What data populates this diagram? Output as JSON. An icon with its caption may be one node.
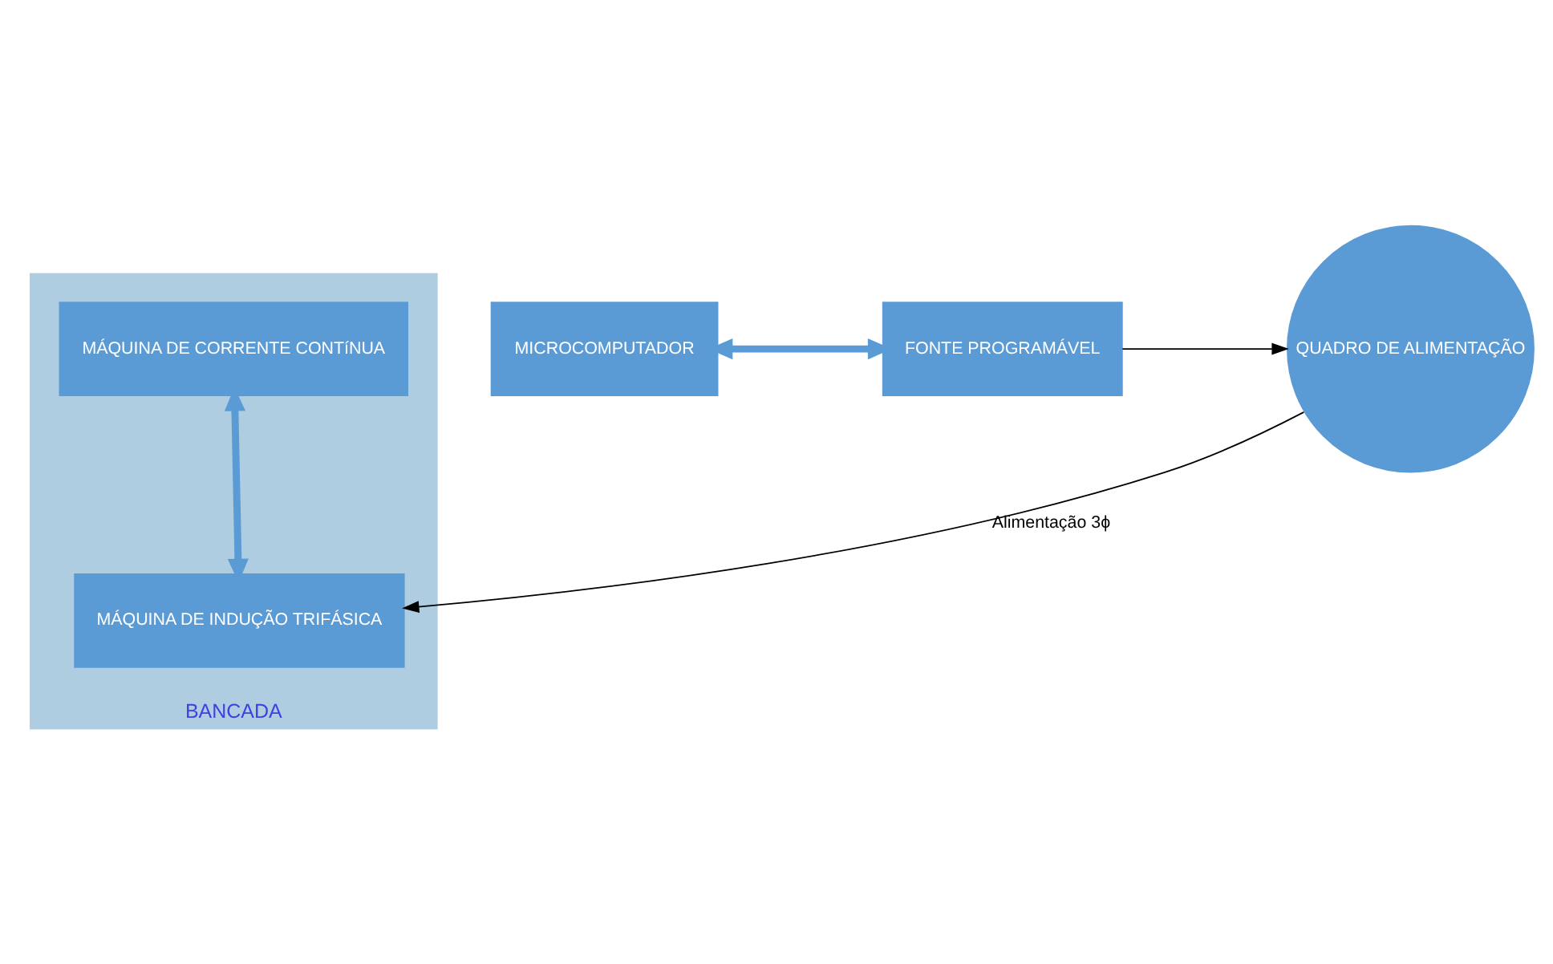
{
  "diagram": {
    "nodes": [
      {
        "text": [
          "QUADRO DE ALIMENTAÇÃO"
        ]
      },
      {
        "text": [
          "BANCADA"
        ]
      },
      {
        "text": [
          "MÁQUINA DE CORRENTE CONTíNUA"
        ],
        "in": 1
      },
      {
        "text": [
          "MÁQUINA DE INDUÇÃO TRIFÁSICA"
        ],
        "in": 1
      },
      {
        "text": [
          "MICROCOMPUTADOR"
        ]
      },
      {
        "text": [
          "FONTE PROGRAMÁVEL"
        ]
      }
    ],
    "edges": [
      {
        "from": 5,
        "to": 0,
        "arrow": "to"
      },
      {
        "from": 0,
        "to": 3,
        "arrow": "to",
        "label": "Alimentação 3ϕ"
      },
      {
        "from": 2,
        "to": 3,
        "arrow": "both",
        "style": "thick",
        "color": "#5b9bd5"
      },
      {
        "from": 4,
        "to": 5,
        "arrow": "both",
        "style": "thick",
        "color": "#5b9bd5"
      }
    ]
  }
}
